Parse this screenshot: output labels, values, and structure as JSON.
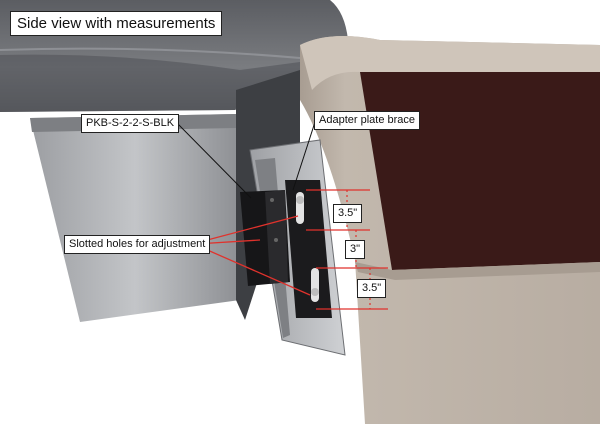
{
  "title": "Side view with measurements",
  "callouts": {
    "part_number": "PKB-S-2-2-S-BLK",
    "adapter_brace": "Adapter plate brace",
    "slotted_holes": "Slotted holes for adjustment"
  },
  "measurements": {
    "top_slot": "3.5\"",
    "gap": "3\"",
    "bottom_slot": "3.5\""
  },
  "colors": {
    "measurement_line": "#e0322c",
    "leader_line": "#111111",
    "boat_hull": "#b9aea4",
    "hull_dark_panel": "#3a1a18",
    "mount_metal": "#8a8c90",
    "bracket_black": "#1a1a1a"
  }
}
